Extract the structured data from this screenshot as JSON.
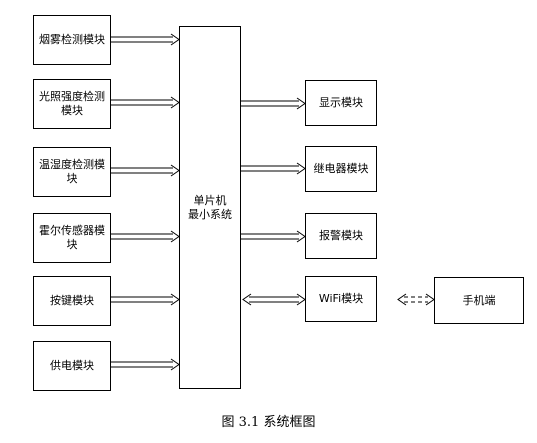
{
  "figure": {
    "caption": "图 3.1  系统框图"
  },
  "center": {
    "line1": "单片机",
    "line2": "最小系统"
  },
  "inputs": [
    {
      "label": "烟雾检测模块"
    },
    {
      "label": "光照强度检测模块"
    },
    {
      "label": "温湿度检测模块"
    },
    {
      "label": "霍尔传感器模块"
    },
    {
      "label": "按键模块"
    },
    {
      "label": "供电模块"
    }
  ],
  "outputs": [
    {
      "label": "显示模块"
    },
    {
      "label": "继电器模块"
    },
    {
      "label": "报警模块"
    },
    {
      "label": "WiFi模块"
    }
  ],
  "phone": {
    "label": "手机端"
  }
}
